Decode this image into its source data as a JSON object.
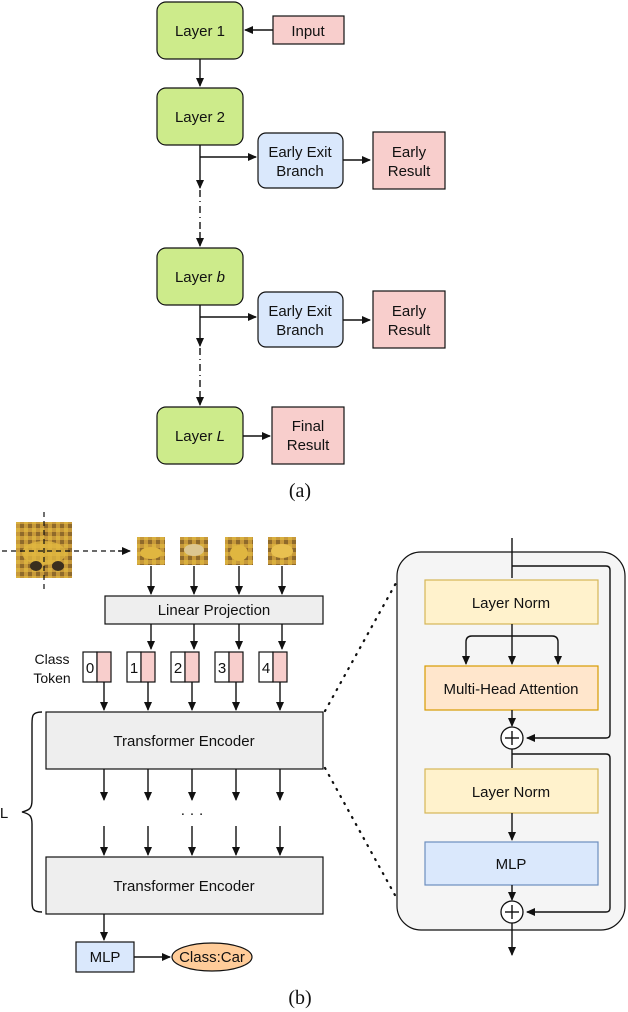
{
  "part_a": {
    "input": "Input",
    "layer_prefix": "Layer ",
    "layer_1_num": "1",
    "layer_2_num": "2",
    "layer_b_var": "b",
    "layer_l_var": "L",
    "branch_1": [
      "Early Exit",
      "Branch"
    ],
    "branch_2": [
      "Early Exit",
      "Branch"
    ],
    "result_1": [
      "Early",
      "Result"
    ],
    "result_2": [
      "Early",
      "Result"
    ],
    "final": [
      "Final",
      "Result"
    ],
    "caption": "(a)"
  },
  "part_b": {
    "linear_projection": "Linear Projection",
    "class_token": [
      "Class",
      "Token"
    ],
    "token_indices": [
      "0",
      "1",
      "2",
      "3",
      "4"
    ],
    "encoder_top": "Transformer Encoder",
    "encoder_bottom": "Transformer Encoder",
    "ellipsis": "· · ·",
    "depth_label": "L",
    "mlp": "MLP",
    "output": "Class:Car",
    "caption": "(b)"
  },
  "detail": {
    "layer_norm_1": "Layer Norm",
    "attention": "Multi-Head Attention",
    "layer_norm_2": "Layer Norm",
    "mlp": "MLP"
  },
  "colors": {
    "layer_green": "#cdeb8b",
    "branch_blue": "#dae8fc",
    "result_pink": "#f8cecc",
    "norm_yellow": "#fff2cc",
    "attn_orange": "#ffe6cc",
    "encoder_gray": "#eeeeee",
    "panel_gray": "#f5f5f5",
    "output_orange": "#ffcc99"
  }
}
